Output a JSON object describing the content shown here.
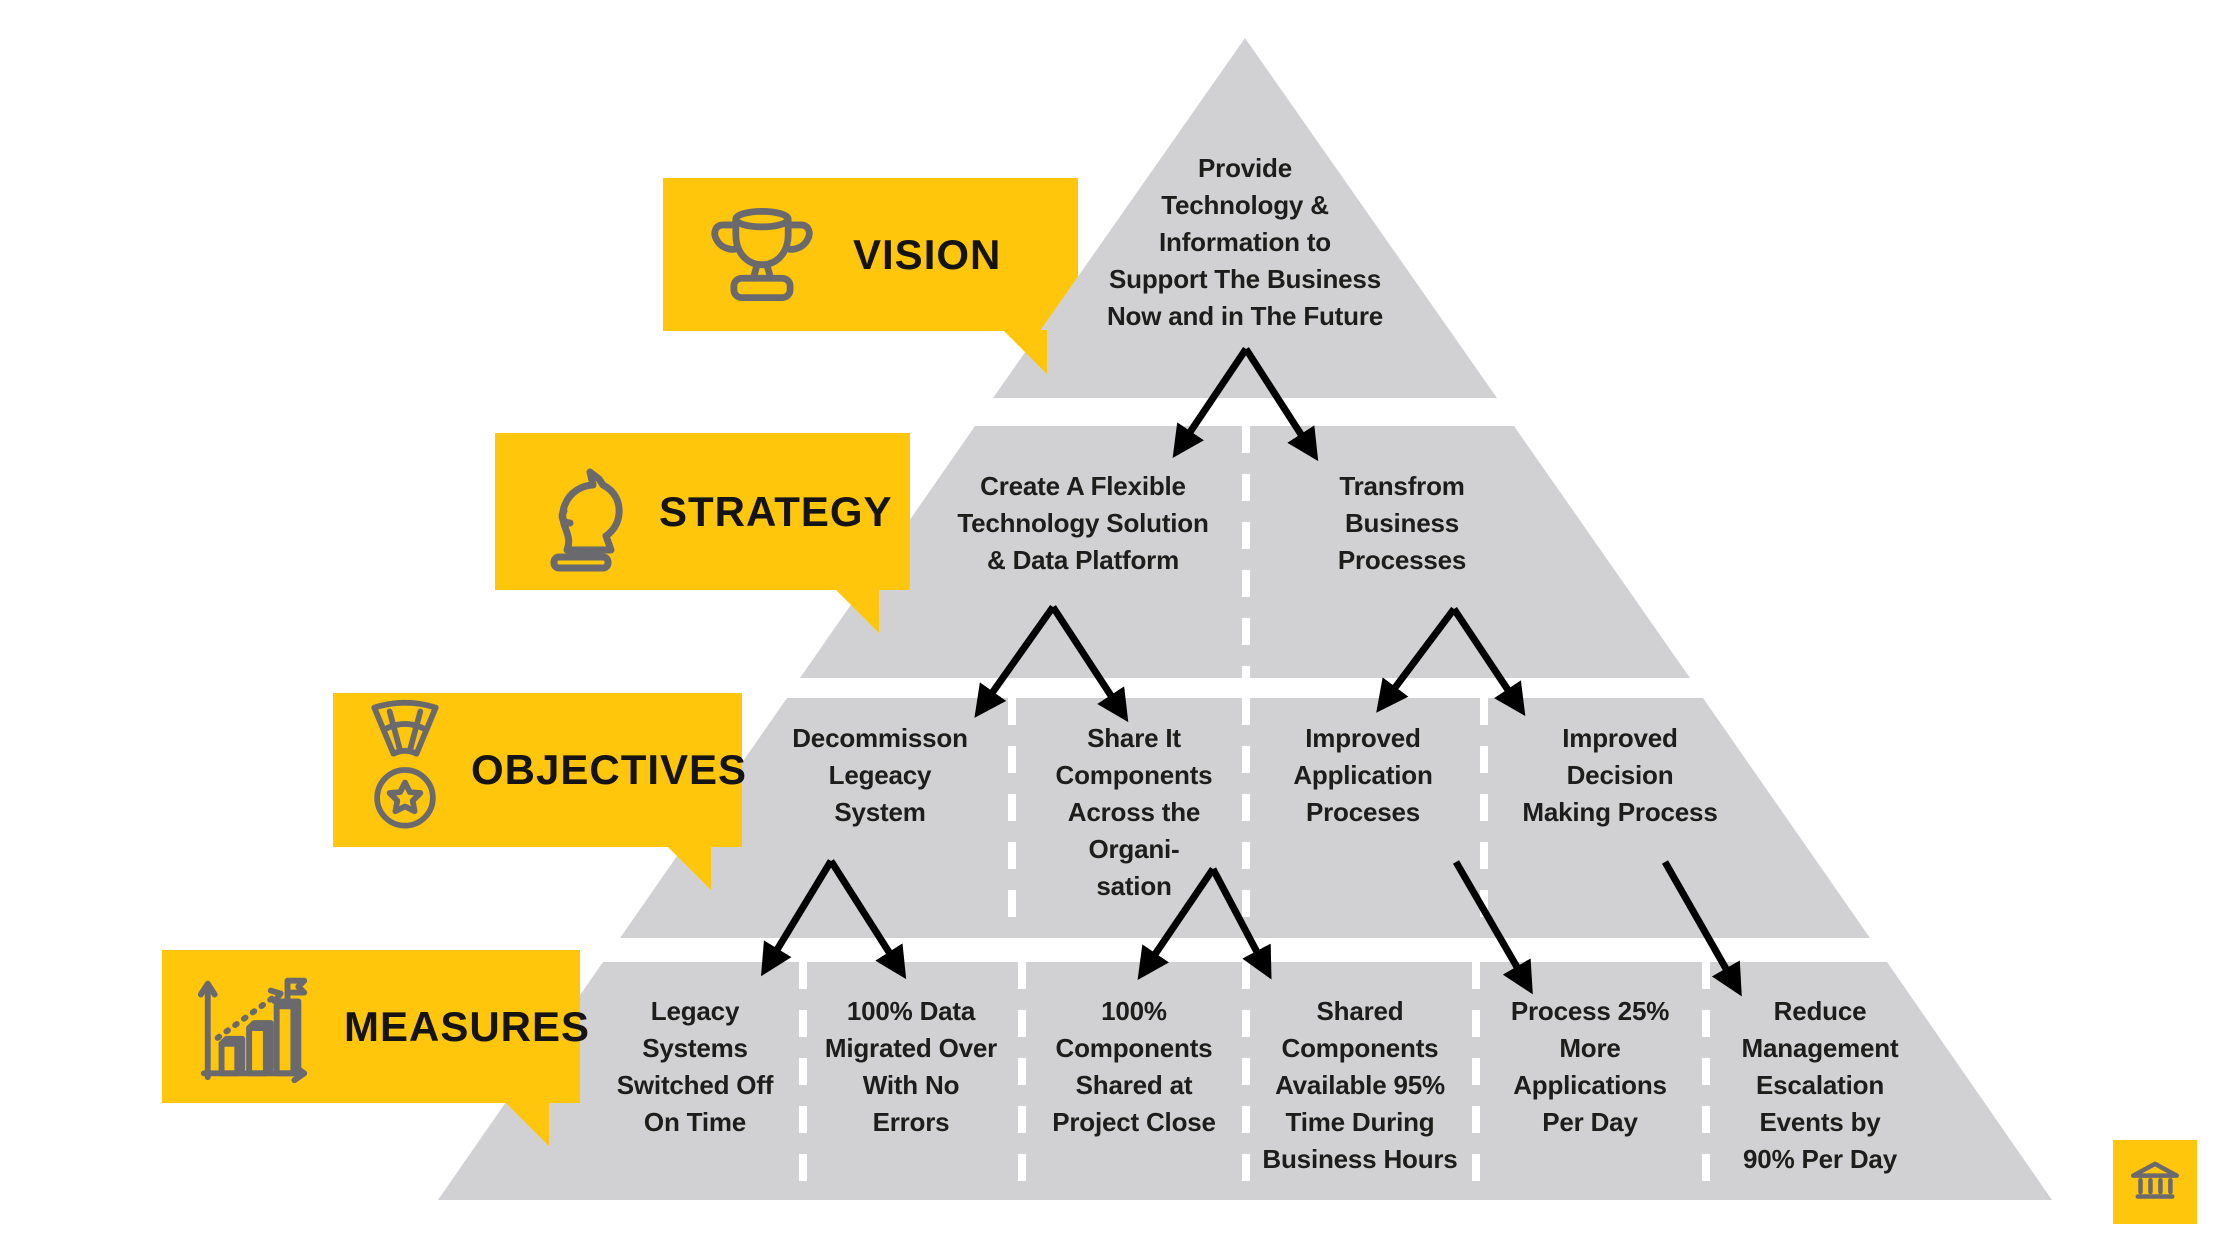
{
  "meta": {
    "title": "Vision Strategy Objectives Measures Pyramid"
  },
  "colors": {
    "yellow": "#FFC60B",
    "pyramid_gray": "#D1D1D3",
    "text_dark": "#1D1D1B",
    "icon_gray": "#6A6A6E",
    "arrow_black": "#000000",
    "background": "#FFFFFF"
  },
  "callouts": [
    {
      "id": "vision",
      "label": "VISION",
      "icon": "trophy-icon"
    },
    {
      "id": "strategy",
      "label": "STRATEGY",
      "icon": "chess-knight-icon"
    },
    {
      "id": "objectives",
      "label": "OBJECTIVES",
      "icon": "medal-icon"
    },
    {
      "id": "measures",
      "label": "MEASURES",
      "icon": "bar-chart-icon"
    }
  ],
  "pyramid": {
    "vision_text": "Provide\nTechnology &\nInformation to\nSupport The Business\nNow and in The Future",
    "strategy_cells": [
      {
        "text": "Create A Flexible\nTechnology Solution\n& Data Platform"
      },
      {
        "text": "Transfrom\nBusiness\nProcesses"
      }
    ],
    "objective_cells": [
      {
        "text": "Decommisson\nLegeacy\nSystem"
      },
      {
        "text": "Share It\nComponents\nAcross the\nOrgani-\nsation"
      },
      {
        "text": "Improved\nApplication\nProceses"
      },
      {
        "text": "Improved\nDecision\nMaking Process"
      }
    ],
    "measure_cells": [
      {
        "text": "Legacy\nSystems\nSwitched Off\nOn Time"
      },
      {
        "text": "100% Data\nMigrated Over\nWith No\nErrors"
      },
      {
        "text": "100%\nComponents\nShared at\nProject Close"
      },
      {
        "text": "Shared\nComponents\nAvailable 95%\nTime During\nBusiness Hours"
      },
      {
        "text": "Process 25%\nMore\nApplications\nPer Day"
      },
      {
        "text": "Reduce\nManagement\nEscalation\nEvents by\n90% Per Day"
      }
    ]
  },
  "footer": {
    "logo_icon": "bank-icon"
  }
}
